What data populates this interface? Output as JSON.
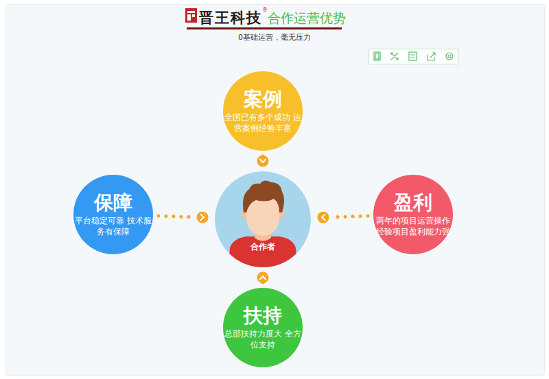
{
  "diagram": {
    "title": "合作运营优势",
    "nodes": [
      {
        "text": [
          "案例",
          "全国已有多个成功 运营案例经验丰富"
        ]
      },
      {
        "text": [
          "保障",
          "平台稳定可靠 技术服务有保障"
        ]
      },
      {
        "text": [
          "合作者"
        ]
      },
      {
        "text": [
          "盈利",
          "两年的项目运营操作 经验项目盈利能力强"
        ]
      },
      {
        "text": [
          "扶持",
          "总部扶持力度大 全方位支持"
        ]
      }
    ],
    "edges": [
      {
        "from": 0,
        "to": 2,
        "arrow": "to"
      },
      {
        "from": 1,
        "to": 2,
        "arrow": "to"
      },
      {
        "from": 3,
        "to": 2,
        "arrow": "to"
      },
      {
        "from": 4,
        "to": 2,
        "arrow": "to"
      }
    ],
    "labels": [
      "晋王科技",
      "®",
      "0基础运营，毫无压力"
    ]
  }
}
